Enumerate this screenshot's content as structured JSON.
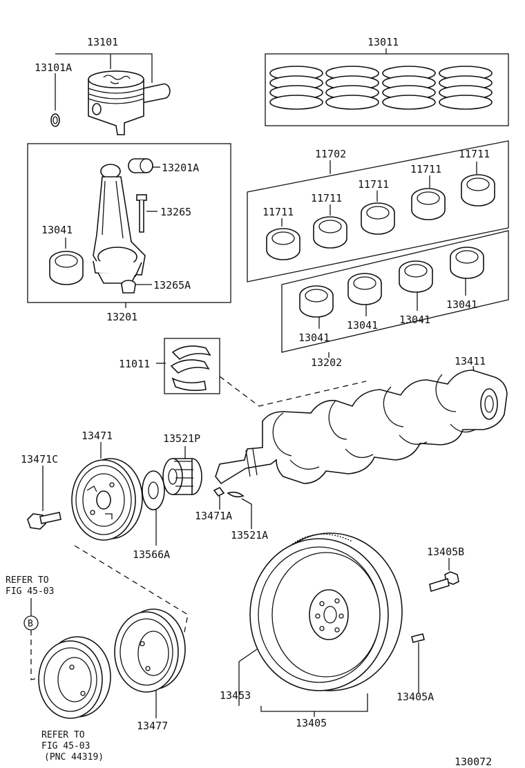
{
  "labels": {
    "p13101": "13101",
    "p13101A": "13101A",
    "p13011": "13011",
    "p13201A": "13201A",
    "p13265": "13265",
    "p13041_rod": "13041",
    "p13265A": "13265A",
    "p13201": "13201",
    "p11702": "11702",
    "p11711_a": "11711",
    "p11711_b": "11711",
    "p11711_c": "11711",
    "p11711_d": "11711",
    "p11711_e": "11711",
    "p13041_a": "13041",
    "p13041_b": "13041",
    "p13041_c": "13041",
    "p13041_d": "13041",
    "p13202": "13202",
    "p11011": "11011",
    "p13411": "13411",
    "p13471": "13471",
    "p13521P": "13521P",
    "p13471C": "13471C",
    "p13471A": "13471A",
    "p13521A": "13521A",
    "p13566A": "13566A",
    "p13405B": "13405B",
    "p13453": "13453",
    "p13405A": "13405A",
    "p13405": "13405",
    "p13477": "13477"
  },
  "notes": {
    "refer_top_1": "REFER TO",
    "refer_top_2": "FIG 45-03",
    "callout_letter": "B",
    "refer_bottom_1": "REFER TO",
    "refer_bottom_2": "FIG 45-03",
    "refer_bottom_3": "(PNC 44319)"
  },
  "figure_number": "130072"
}
